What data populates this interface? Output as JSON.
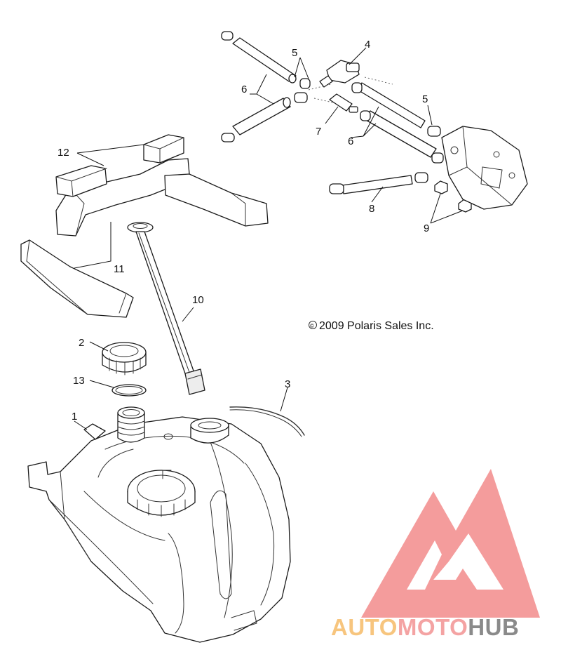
{
  "copyright": "2009 Polaris Sales Inc.",
  "copyright_symbol": "©",
  "callouts": [
    "1",
    "2",
    "3",
    "4",
    "5",
    "5",
    "6",
    "6",
    "7",
    "8",
    "9",
    "10",
    "11",
    "12",
    "13"
  ],
  "watermark": {
    "words": [
      "AUTO",
      "MOTO",
      "HUB"
    ],
    "colors": {
      "auto": "#f7c57e",
      "moto": "#f4a3a3",
      "hub": "#8a8a8a",
      "logo": "#f28b8b"
    }
  }
}
